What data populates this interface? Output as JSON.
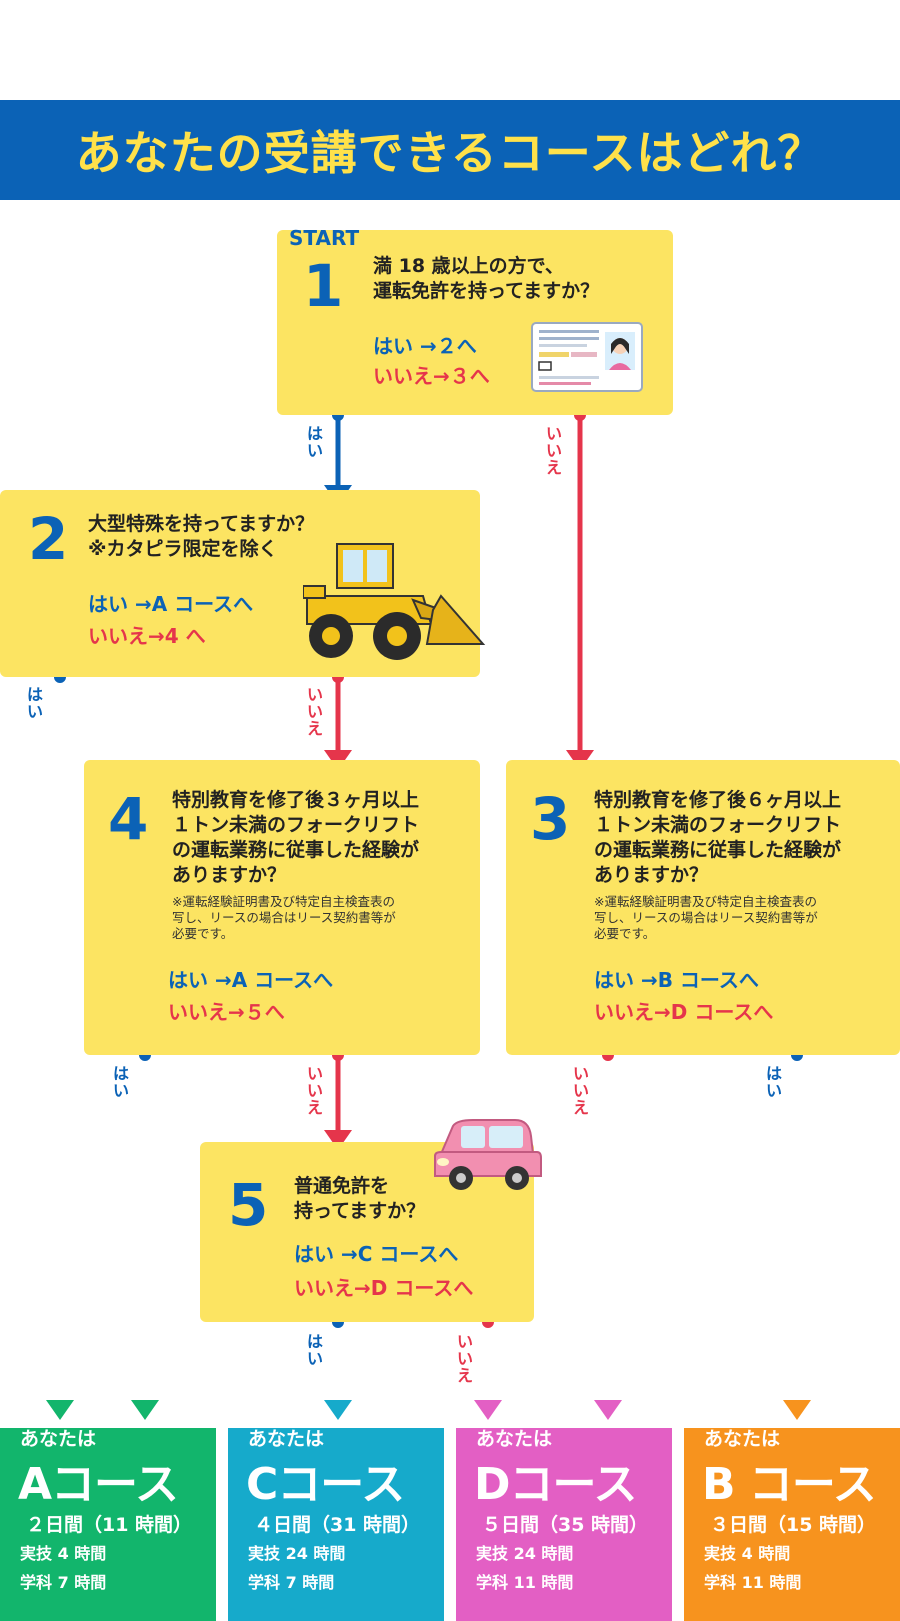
{
  "header": {
    "title": "あなたの受講できるコースはどれ？"
  },
  "colors": {
    "blue": "#0b62b6",
    "yellow": "#fce462",
    "red": "#e5354b",
    "green": "#12b56c",
    "cyan": "#16aacb",
    "pink": "#e35fc4",
    "orange": "#f7931e"
  },
  "steps": {
    "s1": {
      "badge": "START",
      "number": "1",
      "question": [
        "満 18 歳以上の方で、",
        "運転免許を持ってますか？"
      ],
      "yes": "はい →２へ",
      "no": "いいえ→３へ",
      "icon": "drivers-license-icon"
    },
    "s2": {
      "number": "2",
      "question": [
        "大型特殊を持ってますか？",
        "※カタピラ限定を除く"
      ],
      "yes": "はい →A コースへ",
      "no": "いいえ→4 へ",
      "icon": "wheel-loader-icon"
    },
    "s4": {
      "number": "4",
      "question": [
        "特別教育を修了後３ヶ月以上",
        "１トン未満のフォークリフト",
        "の運転業務に従事した経験が",
        "ありますか？"
      ],
      "note": [
        "※運転経験証明書及び特定自主検査表の",
        "写し、リースの場合はリース契約書等が",
        "必要です。"
      ],
      "yes": "はい →A コースへ",
      "no": "いいえ→５へ"
    },
    "s3": {
      "number": "3",
      "question": [
        "特別教育を修了後６ヶ月以上",
        "１トン未満のフォークリフト",
        "の運転業務に従事した経験が",
        "ありますか？"
      ],
      "note": [
        "※運転経験証明書及び特定自主検査表の",
        "写し、リースの場合はリース契約書等が",
        "必要です。"
      ],
      "yes": "はい →B コースへ",
      "no": "いいえ→D コースへ"
    },
    "s5": {
      "number": "5",
      "question": [
        "普通免許を",
        "持ってますか？"
      ],
      "yes": "はい →C コースへ",
      "no": "いいえ→D コースへ",
      "icon": "car-icon"
    }
  },
  "labels": {
    "yes": "はい",
    "no": "いいえ"
  },
  "courses": [
    {
      "you": "あなたは",
      "name": "Aコース",
      "days": "２日間（11 時間）",
      "practical": "実技 4 時間",
      "theory": "学科 7 時間"
    },
    {
      "you": "あなたは",
      "name": "Cコース",
      "days": "４日間（31 時間）",
      "practical": "実技 24 時間",
      "theory": "学科 7 時間"
    },
    {
      "you": "あなたは",
      "name": "Dコース",
      "days": "５日間（35 時間）",
      "practical": "実技 24 時間",
      "theory": "学科 11 時間"
    },
    {
      "you": "あなたは",
      "name": "B コース",
      "days": "３日間（15 時間）",
      "practical": "実技 4 時間",
      "theory": "学科 11 時間"
    }
  ]
}
